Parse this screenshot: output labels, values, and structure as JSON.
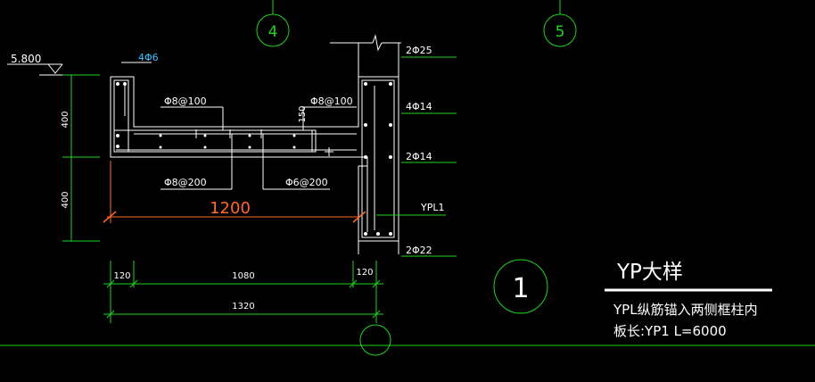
{
  "drawing": {
    "axis_labels": [
      "4",
      "5",
      "1"
    ],
    "elevation": "5.800",
    "rebar_labels": {
      "top_left": "4Φ6",
      "slab_top_left": "Φ8@100",
      "slab_top_right": "Φ8@100",
      "slab_bottom_left": "Φ8@200",
      "slab_bottom_right": "Φ6@200",
      "beam_top": "2Φ25",
      "beam_side_1": "4Φ14",
      "beam_side_2": "2Φ14",
      "beam_bottom": "2Φ22",
      "beam_name": "YPL1"
    },
    "dims": {
      "left_upper": "400",
      "left_lower": "400",
      "thickness": "150",
      "span": "1200",
      "seg_left": "120",
      "seg_mid": "1080",
      "seg_right": "120",
      "total": "1320"
    },
    "title": "YP大样",
    "note_line1": "YPL纵筋锚入两侧框柱内",
    "note_line2": "板长:YP1   L=6000"
  },
  "colors": {
    "background": "#000000",
    "linework": "#ffffff",
    "dimension": "#1fd51f",
    "accent_cyan": "#36c4ff",
    "accent_orange": "#ff6a2a"
  }
}
